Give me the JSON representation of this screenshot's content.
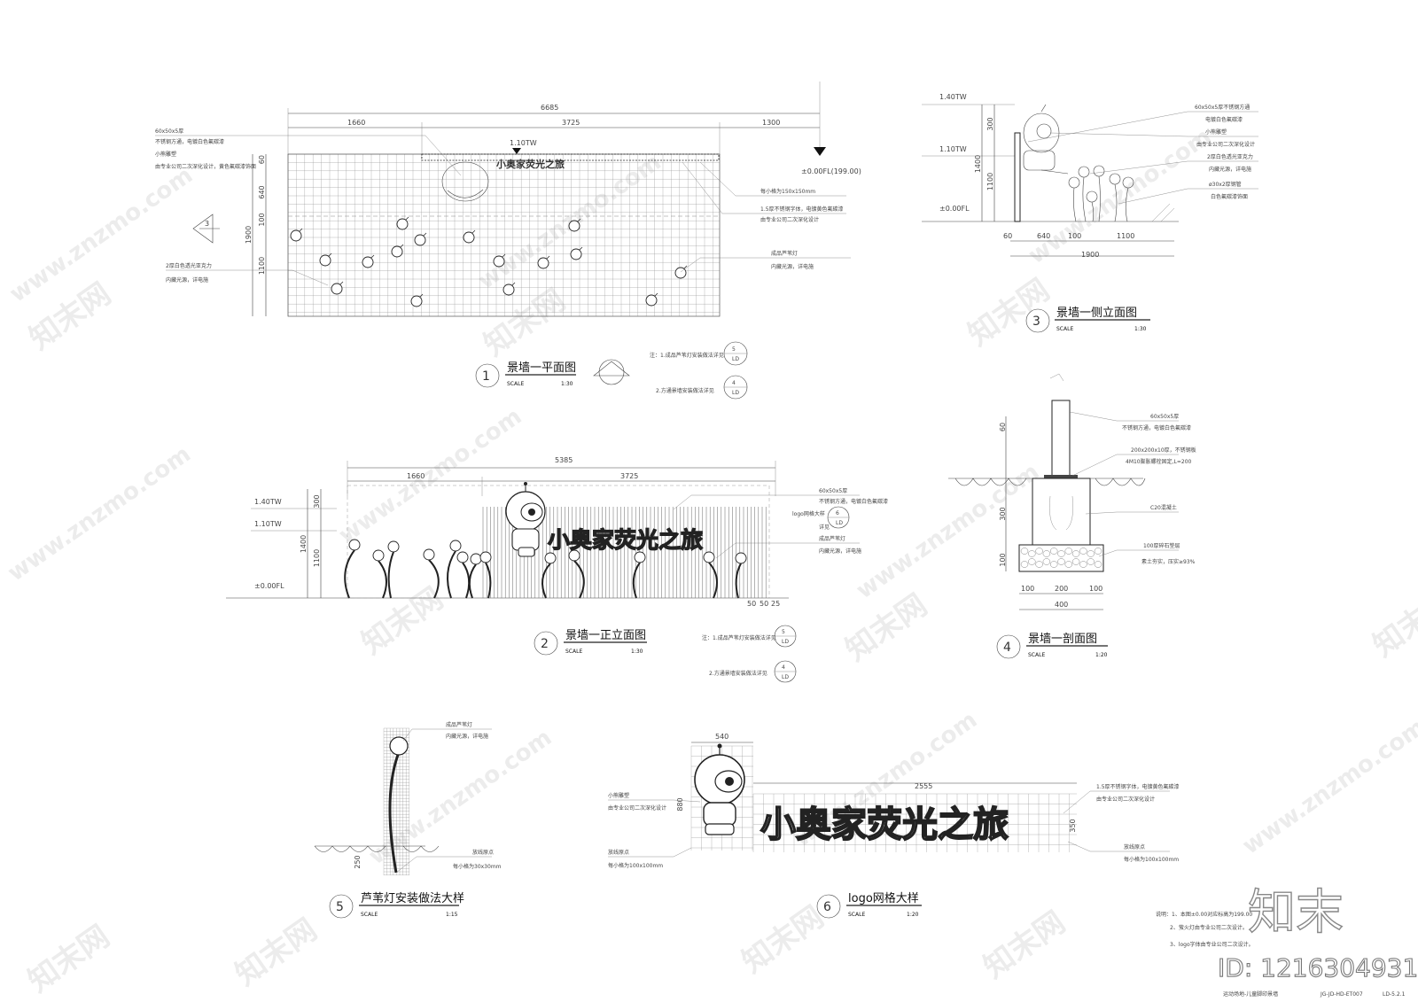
{
  "sheet": {
    "drawing_no": "JG-JD-HD-ET007",
    "sheet_no": "LD-5.2.1",
    "project": "运动场地-儿童脚印景墙"
  },
  "watermarks": {
    "site": "www.znzmo.com",
    "brand": "知末网",
    "logo": "知末",
    "id": "ID: 1216304931"
  },
  "view1": {
    "number": "1",
    "title": "景墙一平面图",
    "scale_label": "SCALE",
    "scale": "1:30",
    "dims_top": [
      "6685",
      "1660",
      "3725",
      "1300"
    ],
    "dims_left": [
      "60",
      "640",
      "100",
      "1100",
      "1900"
    ],
    "level_110": "1.10TW",
    "level_000": "±0.00FL(199.00)",
    "section_mark": "3",
    "notes_left": [
      "60x50x5厚",
      "不锈钢方通，电镀白色氟碳漆",
      "小熊雕塑",
      "由专业公司二次深化设计，黄色氟碳漆饰面",
      "2厚白色透光亚克力",
      "内藏光源，详电施"
    ],
    "notes_right": [
      "每小格为150x150mm",
      "1.5厚不锈钢字体，电镀黄色氟碳漆",
      "由专业公司二次深化设计",
      "成品芦苇灯",
      "内藏光源，详电施"
    ],
    "footnotes": [
      "注：1.成品芦苇灯安装做法详见",
      "2.方通景墙安装做法详见"
    ],
    "refs": [
      "5",
      "LD",
      "4",
      "LD"
    ]
  },
  "view2": {
    "number": "2",
    "title": "景墙一正立面图",
    "scale_label": "SCALE",
    "scale": "1:30",
    "dims_top": [
      "5385",
      "1660",
      "3725"
    ],
    "dims_left": [
      "300",
      "1100",
      "1400"
    ],
    "dims_bottom": [
      "50",
      "50",
      "25"
    ],
    "levels": [
      "1.40TW",
      "1.10TW",
      "±0.00FL"
    ],
    "notes": [
      "60x50x5厚",
      "不锈钢方通，电镀白色氟碳漆",
      "logo网格大样",
      "详见",
      "成品芦苇灯",
      "内藏光源，详电施"
    ],
    "refs": [
      "6",
      "LD"
    ],
    "footnotes": [
      "注：1.成品芦苇灯安装做法详见",
      "2.方通景墙安装做法详见"
    ]
  },
  "view3": {
    "number": "3",
    "title": "景墙一侧立面图",
    "scale_label": "SCALE",
    "scale": "1:30",
    "levels": [
      "1.40TW",
      "1.10TW",
      "±0.00FL"
    ],
    "dims_left": [
      "300",
      "1100",
      "1400"
    ],
    "dims_bottom": [
      "60",
      "640",
      "100",
      "1100",
      "1900"
    ],
    "notes": [
      "60x50x5厚不锈钢方通",
      "电镀白色氟碳漆",
      "小熊雕塑",
      "由专业公司二次深化设计",
      "2厚白色透光亚克力",
      "内藏光源，详电施",
      "ø30x2厚钢管",
      "白色氟碳漆饰面"
    ]
  },
  "view4": {
    "number": "4",
    "title": "景墙一剖面图",
    "scale_label": "SCALE",
    "scale": "1:20",
    "dims_left": [
      "60",
      "300",
      "100"
    ],
    "dims_bottom": [
      "100",
      "200",
      "100",
      "400"
    ],
    "notes": [
      "60x50x5厚",
      "不锈钢方通，电镀白色氟碳漆",
      "200x200x10厚，不锈钢板",
      "4M10膨胀螺栓固定,L=200",
      "C20混凝土",
      "100厚碎石垫层",
      "素土夯实，压实≥93%"
    ]
  },
  "view5": {
    "number": "5",
    "title": "芦苇灯安装做法大样",
    "scale_label": "SCALE",
    "scale": "1:15",
    "dims": [
      "250"
    ],
    "notes": [
      "成品芦苇灯",
      "内藏光源，详电施",
      "放线原点",
      "每小格为30x30mm"
    ]
  },
  "view6": {
    "number": "6",
    "title": "logo网格大样",
    "scale_label": "SCALE",
    "scale": "1:20",
    "dims": [
      "540",
      "2555",
      "880",
      "350"
    ],
    "notes_left": [
      "小熊雕塑",
      "由专业公司二次深化设计",
      "放线原点",
      "每小格为100x100mm"
    ],
    "notes_right": [
      "1.5厚不锈钢字体，电镀黄色氟碳漆",
      "由专业公司二次深化设计",
      "放线原点",
      "每小格为100x100mm"
    ]
  },
  "logo_text": "小奥家荧光之旅",
  "general_notes": [
    "说明：1、本图±0.00对应标高为199.00",
    "2、萤火灯由专业公司二次设计。",
    "3、logo字体由专业公司二次设计。"
  ]
}
